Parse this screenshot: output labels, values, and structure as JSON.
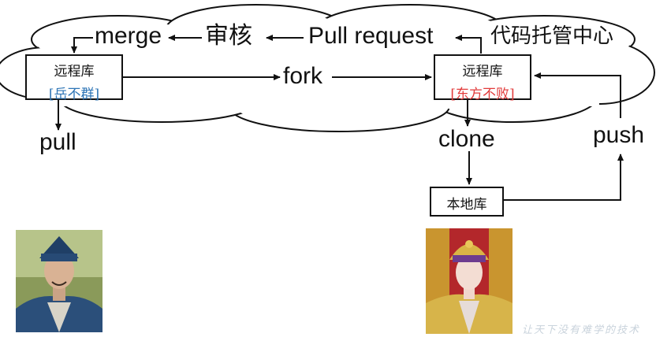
{
  "nodes": {
    "merge": "merge",
    "review": "审核",
    "pull_request": "Pull request",
    "code_hosting_center": "代码托管中心",
    "fork": "fork",
    "pull": "pull",
    "clone": "clone",
    "push": "push",
    "local_repo": "本地库"
  },
  "left_repo": {
    "title": "远程库",
    "owner": "[岳不群]",
    "owner_color": "#2e75b6"
  },
  "right_repo": {
    "title": "远程库",
    "owner": "[东方不败]",
    "owner_color": "#e23b3b"
  },
  "watermark": "让天下没有难学的技术"
}
